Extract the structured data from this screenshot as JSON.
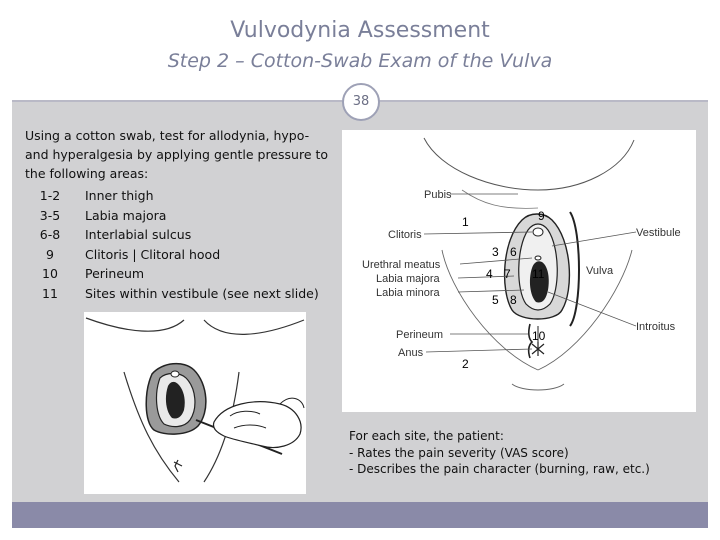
{
  "header": {
    "title": "Vulvodynia Assessment",
    "subtitle": "Step 2 – Cotton-Swab Exam of the Vulva",
    "page_number": "38"
  },
  "intro_text": "Using a cotton swab, test for allodynia, hypo- and hyperalgesia by applying gentle pressure to the following areas:",
  "areas": [
    {
      "num": "1-2",
      "label": "Inner thigh"
    },
    {
      "num": "3-5",
      "label": "Labia majora"
    },
    {
      "num": "6-8",
      "label": "Interlabial sulcus"
    },
    {
      "num": "9",
      "label": "Clitoris | Clitoral hood"
    },
    {
      "num": "10",
      "label": "Perineum"
    },
    {
      "num": "11",
      "label": "Sites within vestibule (see next slide)"
    }
  ],
  "diagram": {
    "labels": {
      "pubis": "Pubis",
      "clitoris": "Clitoris",
      "urethral_meatus": "Urethral meatus",
      "labia_majora": "Labia majora",
      "labia_minora": "Labia minora",
      "perineum": "Perineum",
      "anus": "Anus",
      "vestibule": "Vestibule",
      "vulva": "Vulva",
      "introitus": "Introitus"
    },
    "numbers": {
      "n1": "1",
      "n2": "2",
      "n3": "3",
      "n4": "4",
      "n5": "5",
      "n6": "6",
      "n7": "7",
      "n8": "8",
      "n9": "9",
      "n10": "10",
      "n11": "11"
    }
  },
  "caption": {
    "intro": "For each site, the patient:",
    "items": [
      "- Rates the pain severity (VAS score)",
      "- Describes the pain character (burning, raw, etc.)"
    ]
  }
}
